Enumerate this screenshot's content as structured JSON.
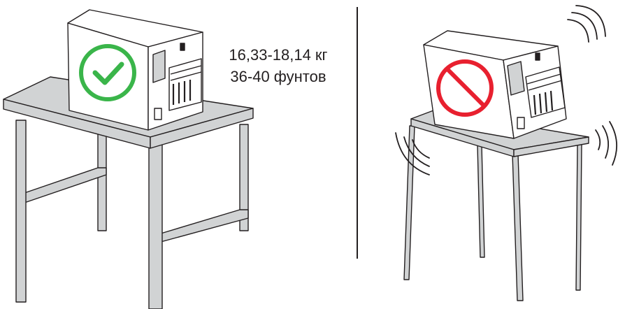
{
  "weight": {
    "kg": "16,33-18,14 кг",
    "lb": "36-40 фунтов"
  },
  "panels": [
    {
      "status": "correct",
      "icon": "check-icon",
      "accent": "#3ab54a"
    },
    {
      "status": "incorrect",
      "icon": "prohibited-icon",
      "accent": "#e8202f"
    }
  ],
  "colors": {
    "line": "#231f20",
    "table_fill": "#d1d3d4",
    "printer_fill": "#ffffff"
  }
}
